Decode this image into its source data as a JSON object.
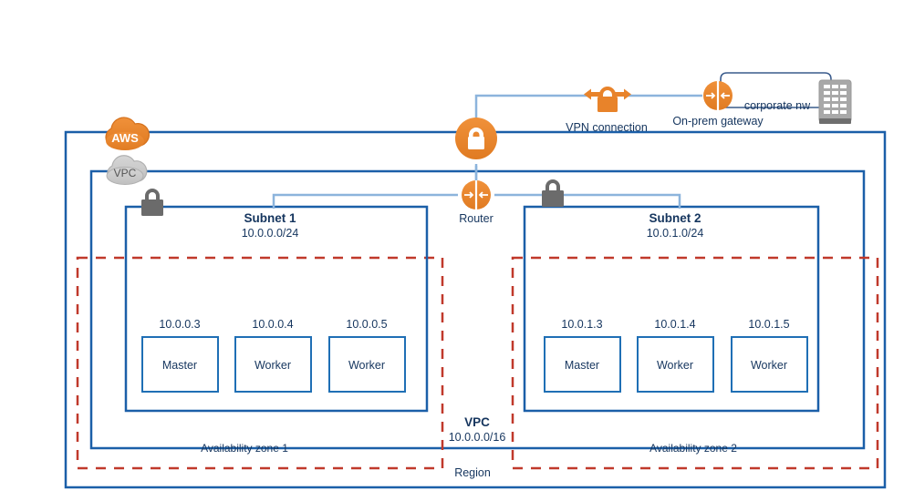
{
  "diagram": {
    "title": "AWS VPC multi availability zone cluster with VPN to corporate network",
    "colors": {
      "aws_orange": "#E8832A",
      "aws_orange_dark": "#D4701C",
      "boundary_blue": "#1B5FA8",
      "node_blue": "#1F6FB5",
      "link_blue": "#8CB4DC",
      "text_navy": "#15355E",
      "gray_lock": "#6B6B6B",
      "gray_cloud": "#C9C9C9",
      "gray_building": "#A8A8A8",
      "az_red": "#C0392B",
      "white": "#FFFFFF"
    },
    "boundaries": {
      "region": {
        "label": "Region"
      },
      "aws": {
        "label": "AWS"
      },
      "vpc_cloud": {
        "label": "VPC"
      },
      "vpc": {
        "label": "VPC",
        "cidr": "10.0.0.0/16"
      },
      "az1": {
        "label": "Availability zone 1"
      },
      "az2": {
        "label": "Availability zone 2"
      }
    },
    "network_nodes": [
      {
        "name": "vpn-gateway",
        "label": "",
        "icon": "lock-circle-icon"
      },
      {
        "name": "router",
        "label": "Router",
        "icon": "router-icon"
      },
      {
        "name": "vpn-connection",
        "label": "VPN connection",
        "icon": "vpn-lock-arrows-icon"
      },
      {
        "name": "on-prem-gateway",
        "label": "On-prem gateway",
        "icon": "router-icon"
      },
      {
        "name": "corporate-network",
        "label": "corporate nw",
        "icon": "server-building-icon"
      }
    ],
    "subnets": [
      {
        "name": "subnet-1",
        "title": "Subnet 1",
        "cidr": "10.0.0.0/24",
        "zone": "Availability zone 1",
        "instances": [
          {
            "ip": "10.0.0.3",
            "role": "Master"
          },
          {
            "ip": "10.0.0.4",
            "role": "Worker"
          },
          {
            "ip": "10.0.0.5",
            "role": "Worker"
          }
        ]
      },
      {
        "name": "subnet-2",
        "title": "Subnet 2",
        "cidr": "10.0.1.0/24",
        "zone": "Availability zone 2",
        "instances": [
          {
            "ip": "10.0.1.3",
            "role": "Master"
          },
          {
            "ip": "10.0.1.4",
            "role": "Worker"
          },
          {
            "ip": "10.0.1.5",
            "role": "Worker"
          }
        ]
      }
    ]
  }
}
